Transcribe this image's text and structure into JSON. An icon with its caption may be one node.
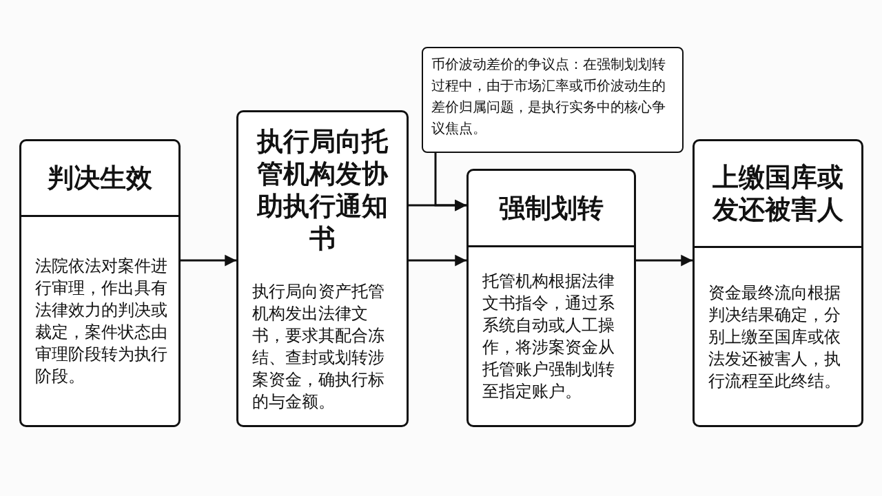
{
  "diagram": {
    "nodes": [
      {
        "text": [
          "判决生效",
          "法院依法对案件进行审理，作出具有法律效力的判决或裁定，案件状态由审理阶段转为执行阶段。"
        ]
      },
      {
        "text": [
          "执行局向托管机构发协助执行通知书",
          "执行局向资产托管机构发出法律文书，要求其配合冻结、查封或划转涉案资金，确执行标的与金额。"
        ]
      },
      {
        "text": [
          "币价波动差价的争议点：在强制划划转过程中，由于市场汇率或币价波动生的差价归属问题，是执行实务中的核心争议焦点。"
        ]
      },
      {
        "text": [
          "强制划转",
          "托管机构根据法律文书指令，通过系系统自动或人工操作，将涉案资金从托管账户强制划转至指定账户。"
        ]
      },
      {
        "text": [
          "上缴国库或发还被害人",
          "资金最终流向根据判决结果确定，分别上缴至国库或依法发还被害人，执行流程至此终结。"
        ]
      }
    ],
    "edges": [
      {
        "from": 0,
        "to": 1,
        "arrow": "to"
      },
      {
        "from": 1,
        "to": 3,
        "arrow": "to"
      },
      {
        "from": 2,
        "to": 3,
        "arrow": "to"
      },
      {
        "from": 1,
        "to": 3,
        "arrow": "to"
      },
      {
        "from": 3,
        "to": 4,
        "arrow": "to"
      }
    ]
  }
}
